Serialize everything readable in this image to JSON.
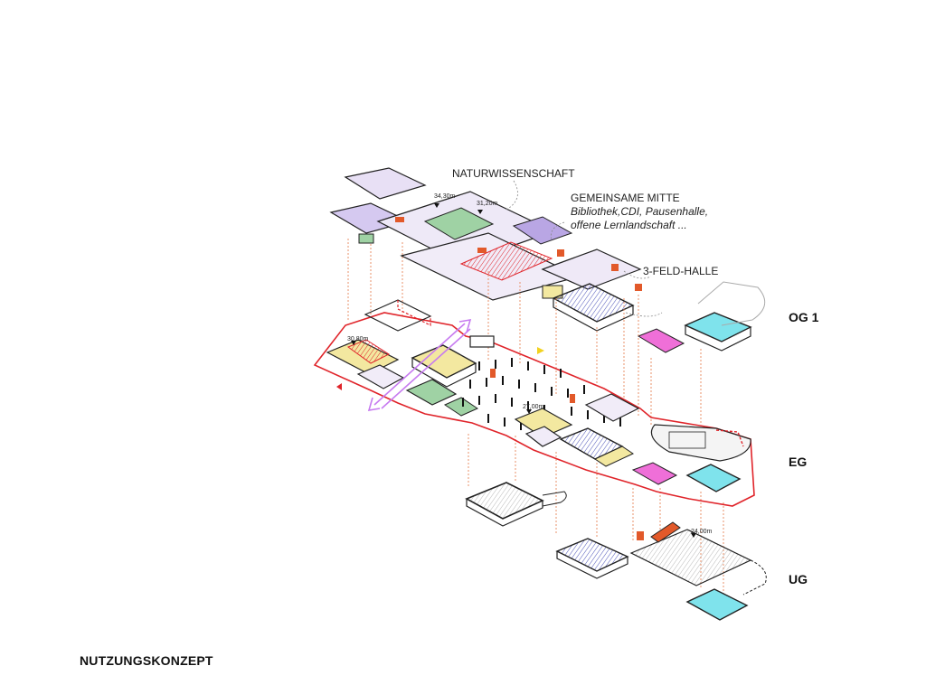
{
  "title": "NUTZUNGSKONZEPT",
  "annotations": {
    "naturwissenschaft": "NATURWISSENSCHAFT",
    "gemeinsame_mitte": "GEMEINSAME MITTE",
    "gemeinsame_mitte_line1": "Bibliothek,CDI, Pausenhalle,",
    "gemeinsame_mitte_line2": "offene Lernlandschaft ...",
    "feld_halle": "3-FELD-HALLE"
  },
  "levels": {
    "og1": "OG 1",
    "eg": "EG",
    "ug": "UG"
  },
  "heights": {
    "h1": "34,30m",
    "h2": "31,20m",
    "h3": "30,80m",
    "h4": "27,00m",
    "h5": "24,00m"
  },
  "colors": {
    "outline_red": "#e0242a",
    "science_green": "#9fd2a4",
    "lab_violet": "#b9a6e4",
    "hall_blue": "#5a63c8",
    "cyan": "#7fe3ec",
    "pink": "#ef6fd8",
    "yellow": "#f3e8a0",
    "orange": "#e2592a",
    "axis_purple": "#c77bf0"
  }
}
